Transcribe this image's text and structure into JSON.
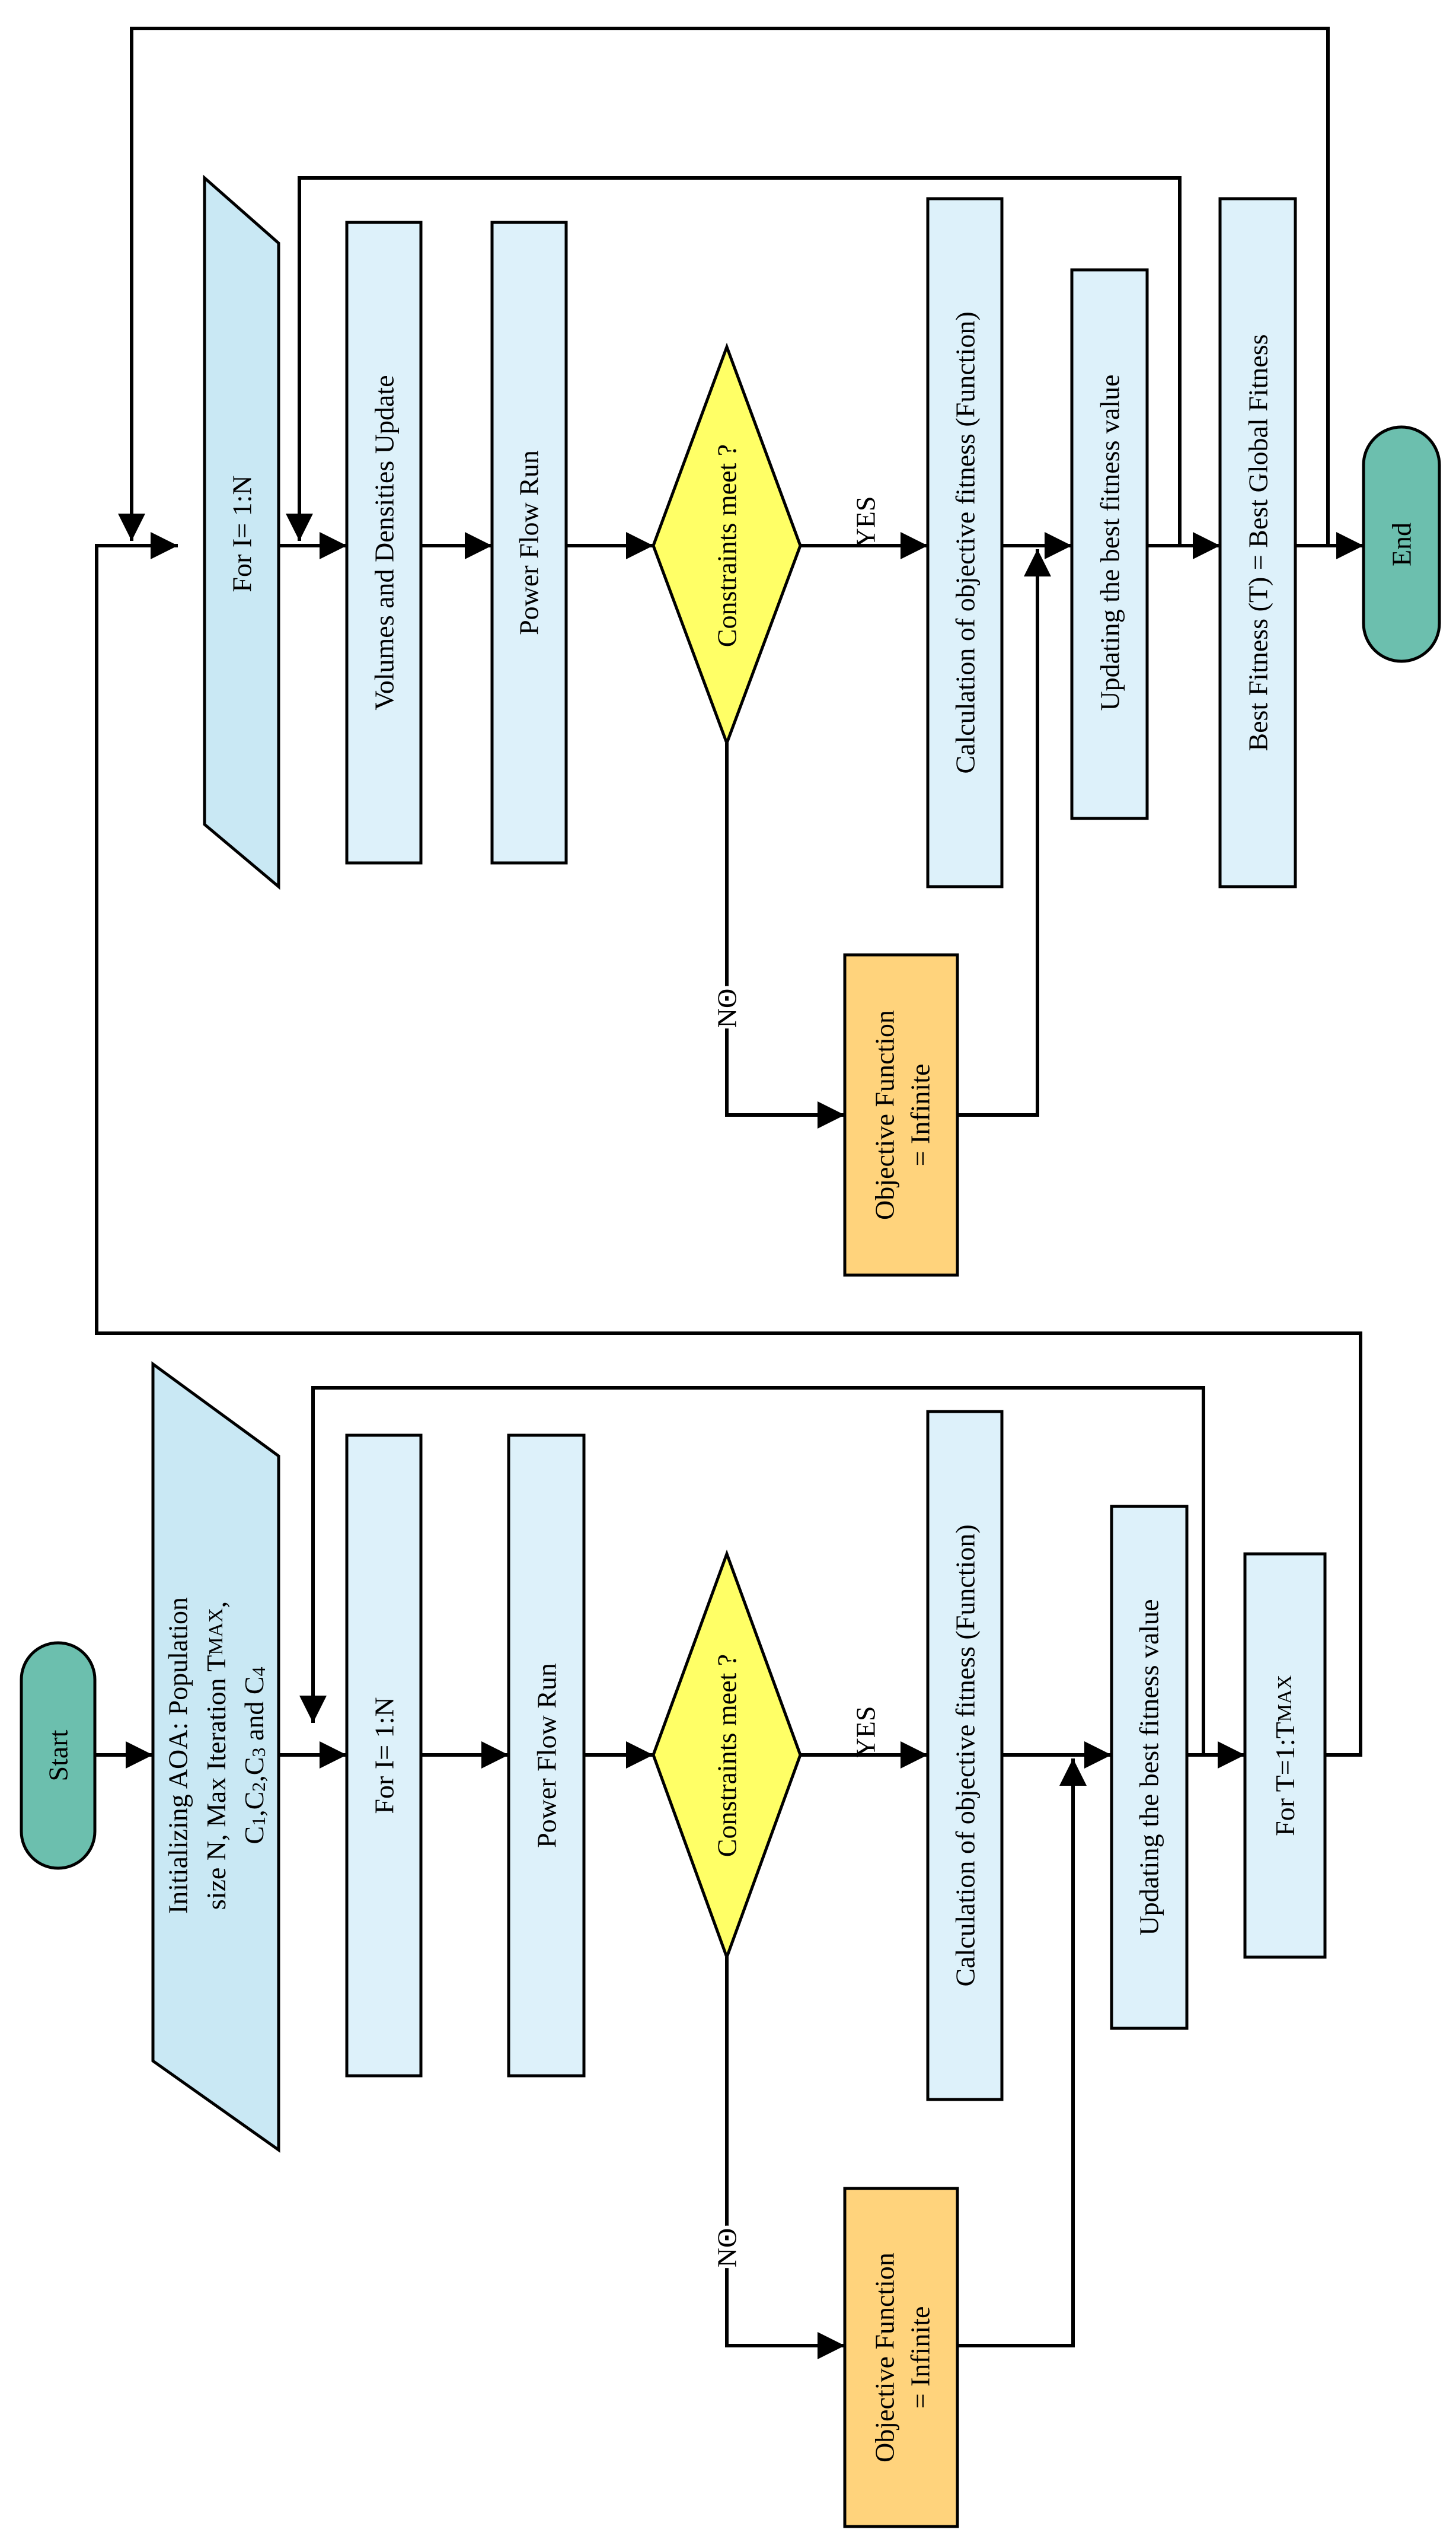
{
  "colors": {
    "terminal_fill": "#6cbfae",
    "process_fill": "#ddf1fa",
    "input_fill": "#c9e8f4",
    "decision_fill": "#ffff66",
    "infinite_fill": "#ffd37c",
    "stroke": "#000000"
  },
  "start": "Start",
  "end": "End",
  "init": {
    "line1": "Initializing AOA: Population",
    "line2_pre": "size N, Max Iteration T",
    "line2_sub": "MAX",
    "line2_post": ",",
    "line3_c": "C",
    "line3_sub1": "1",
    "line3_sep1": ",C",
    "line3_sub2": "2",
    "line3_sep2": ",C",
    "line3_sub3": "3",
    "line3_and": " and C",
    "line3_sub4": "4"
  },
  "first_half": {
    "loop": "For I= 1:N",
    "power_flow": "Power Flow Run",
    "constraints": "Constraints meet ?",
    "yes": "YES",
    "no": "NO",
    "calc": "Calculation of objective fitness (Function)",
    "infinite_line1": "Objective Function",
    "infinite_line2": "= Infinite",
    "update_best": "Updating the best fitness value",
    "outer_loop_pre": "For T=1:T",
    "outer_loop_sub": "MAX"
  },
  "second_half": {
    "loop": "For I= 1:N",
    "volumes": "Volumes and Densities Update",
    "power_flow": "Power Flow Run",
    "constraints": "Constraints meet ?",
    "yes": "YES",
    "no": "NO",
    "calc": "Calculation of objective fitness (Function)",
    "infinite_line1": "Objective Function",
    "infinite_line2": "= Infinite",
    "update_best": "Updating the best fitness value",
    "best_global": "Best Fitness (T) = Best Global Fitness"
  }
}
